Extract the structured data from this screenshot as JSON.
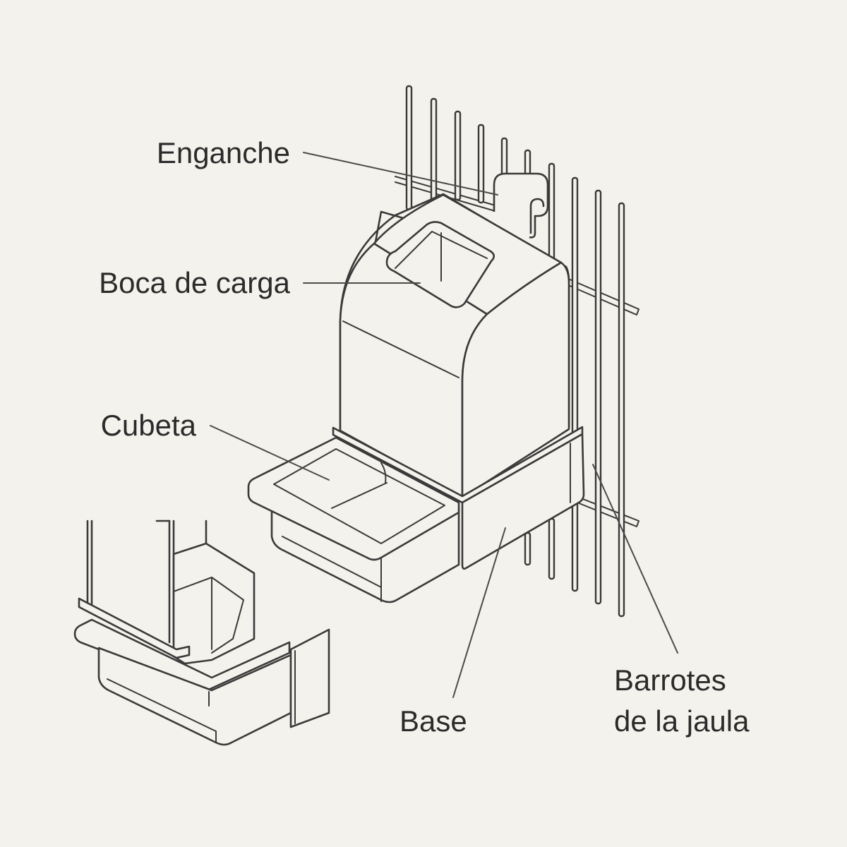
{
  "labels": {
    "hook": "Enganche",
    "fill_opening": "Boca de carga",
    "tray": "Cubeta",
    "base": "Base",
    "bars_line1": "Barrotes",
    "bars_line2": "de la jaula"
  },
  "colors": {
    "background": "#f3f2ec",
    "line": "#3a3a3a",
    "text": "#2b2b2b"
  }
}
